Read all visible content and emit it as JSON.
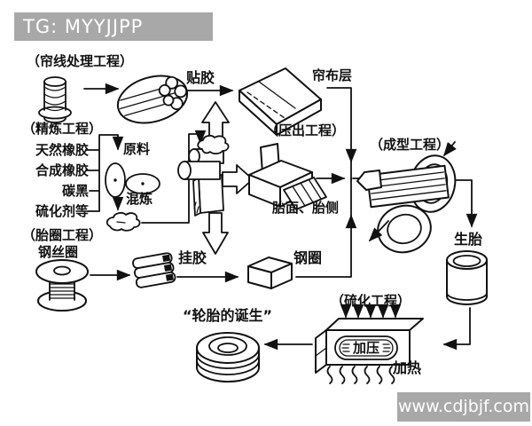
{
  "watermarks": {
    "top_left": "TG: MYYJJPP",
    "bottom_right": "www.cdjbjf.com"
  },
  "colors": {
    "ink": "#111111",
    "watermark_bg": "#a8a8a8",
    "watermark_text": "#ffffff"
  },
  "process": {
    "cord_processing": {
      "label": "（帘线处理工程）",
      "coating": "贴胶",
      "output": "帘布层"
    },
    "refining": {
      "label": "（精炼工程）",
      "materials": [
        "天然橡胶",
        "合成橡胶",
        "碳黑",
        "硫化剂等"
      ],
      "raw_material": "原料",
      "mixing": "混炼"
    },
    "extrusion": {
      "label": "（压出工程）",
      "output": "胎面、胎侧"
    },
    "bead": {
      "label": "（胎圈工程）",
      "wire_ring": "钢丝圈",
      "coating": "挂胶",
      "output": "钢圈"
    },
    "forming": {
      "label": "（成型工程）",
      "output": "生胎"
    },
    "vulcanization": {
      "label": "（硫化工程）",
      "pressurize": "加压",
      "heating": "加热"
    },
    "result": {
      "label": "“轮胎的诞生”"
    }
  }
}
